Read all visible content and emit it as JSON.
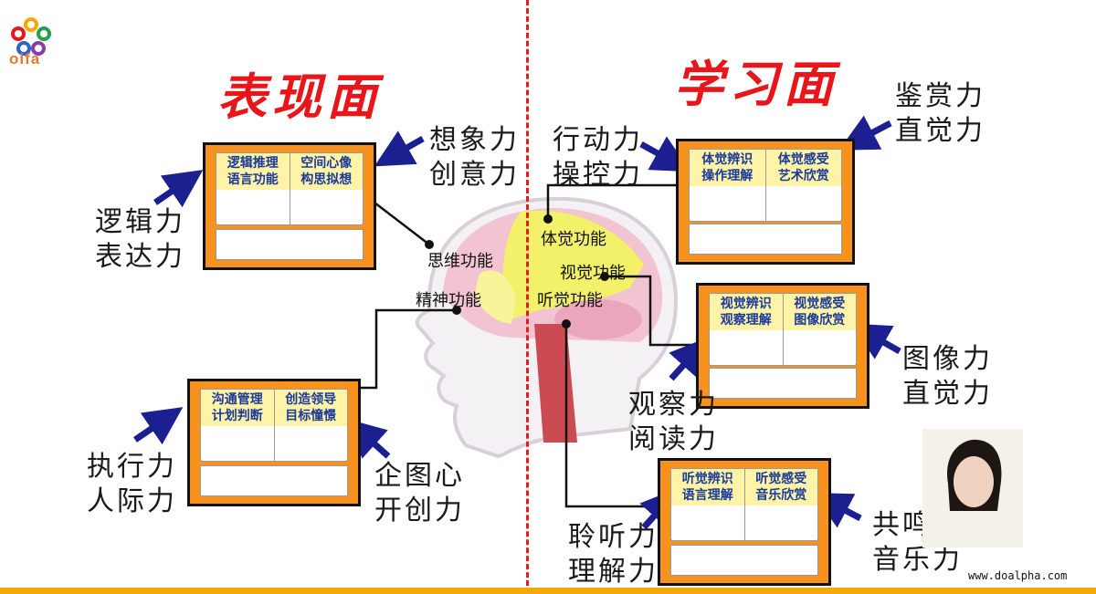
{
  "logo": {
    "text": "oifa"
  },
  "left_title": "表现面",
  "right_title": "学习面",
  "left_labels": {
    "imagination": [
      "想象力",
      "创意力"
    ],
    "logic": [
      "逻辑力",
      "表达力"
    ],
    "execution": [
      "执行力",
      "人际力"
    ],
    "ambition": [
      "企图心",
      "开创力"
    ]
  },
  "right_labels": {
    "action": [
      "行动力",
      "操控力"
    ],
    "appreciation": [
      "鉴赏力",
      "直觉力"
    ],
    "image": [
      "图像力",
      "直觉力"
    ],
    "observe": [
      "观察力",
      "阅读力"
    ],
    "listen": [
      "聆听力",
      "理解力"
    ],
    "music": [
      "共鸣",
      "音乐力"
    ]
  },
  "brain_labels": {
    "thinking": "思维功能",
    "spirit": "精神功能",
    "body": "体觉功能",
    "visual": "视觉功能",
    "hearing": "听觉功能"
  },
  "boxes": {
    "thinking": {
      "a": [
        "逻辑推理",
        "语言功能"
      ],
      "b": [
        "空间心像",
        "构思拟想"
      ]
    },
    "spirit": {
      "a": [
        "沟通管理",
        "计划判断"
      ],
      "b": [
        "创造领导",
        "目标憧憬"
      ]
    },
    "body": {
      "a": [
        "体觉辨识",
        "操作理解"
      ],
      "b": [
        "体觉感受",
        "艺术欣赏"
      ]
    },
    "visual": {
      "a": [
        "视觉辨识",
        "观察理解"
      ],
      "b": [
        "视觉感受",
        "图像欣赏"
      ]
    },
    "hearing": {
      "a": [
        "听觉辨识",
        "语言理解"
      ],
      "b": [
        "听觉感受",
        "音乐欣赏"
      ]
    }
  },
  "footer_url": "www.doalpha.com",
  "colors": {
    "title": "#e8151b",
    "box": "#f7921e",
    "cell_head": "#fff3a8",
    "arrow": "#1b1f8f",
    "divider": "#e02020"
  }
}
